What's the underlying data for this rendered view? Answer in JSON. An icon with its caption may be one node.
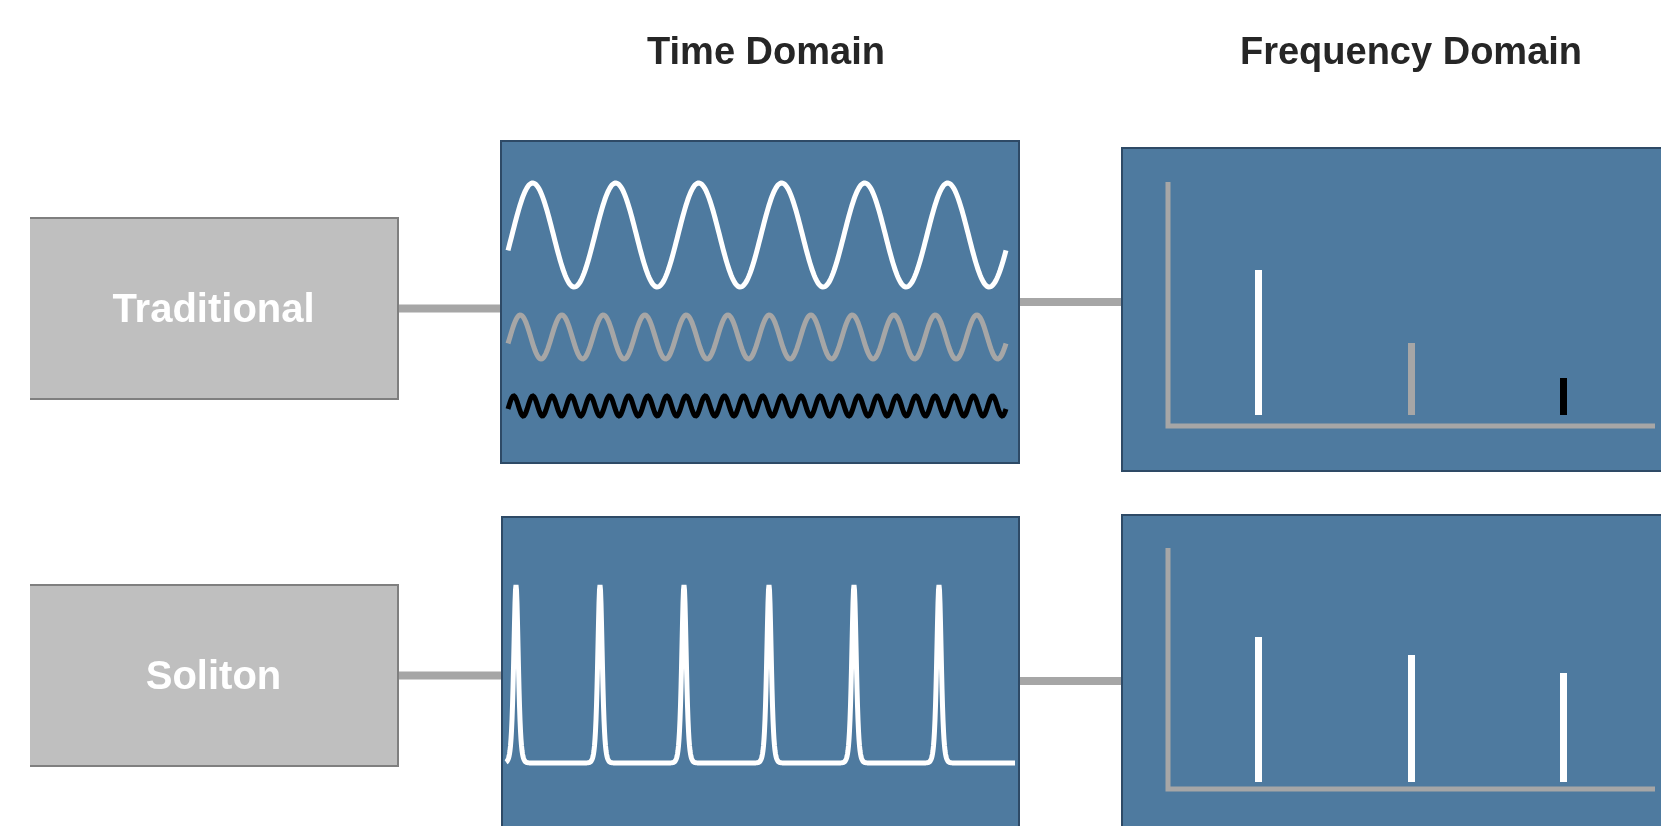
{
  "diagram": {
    "nodes": [
      {
        "text": [
          "Traditional"
        ]
      },
      {
        "text": [
          "Soliton"
        ]
      },
      {
        "text": [],
        "shape": "box"
      },
      {
        "text": [],
        "shape": "box"
      },
      {
        "text": [],
        "shape": "box"
      },
      {
        "text": [],
        "shape": "box"
      }
    ],
    "edges": [
      {
        "from": 0,
        "to": 2,
        "arrow": "none"
      },
      {
        "from": 2,
        "to": 3,
        "arrow": "none"
      },
      {
        "from": 1,
        "to": 4,
        "arrow": "none"
      },
      {
        "from": 4,
        "to": 5,
        "arrow": "none"
      }
    ],
    "labels": [
      "Time Domain",
      "Frequency Domain"
    ]
  }
}
